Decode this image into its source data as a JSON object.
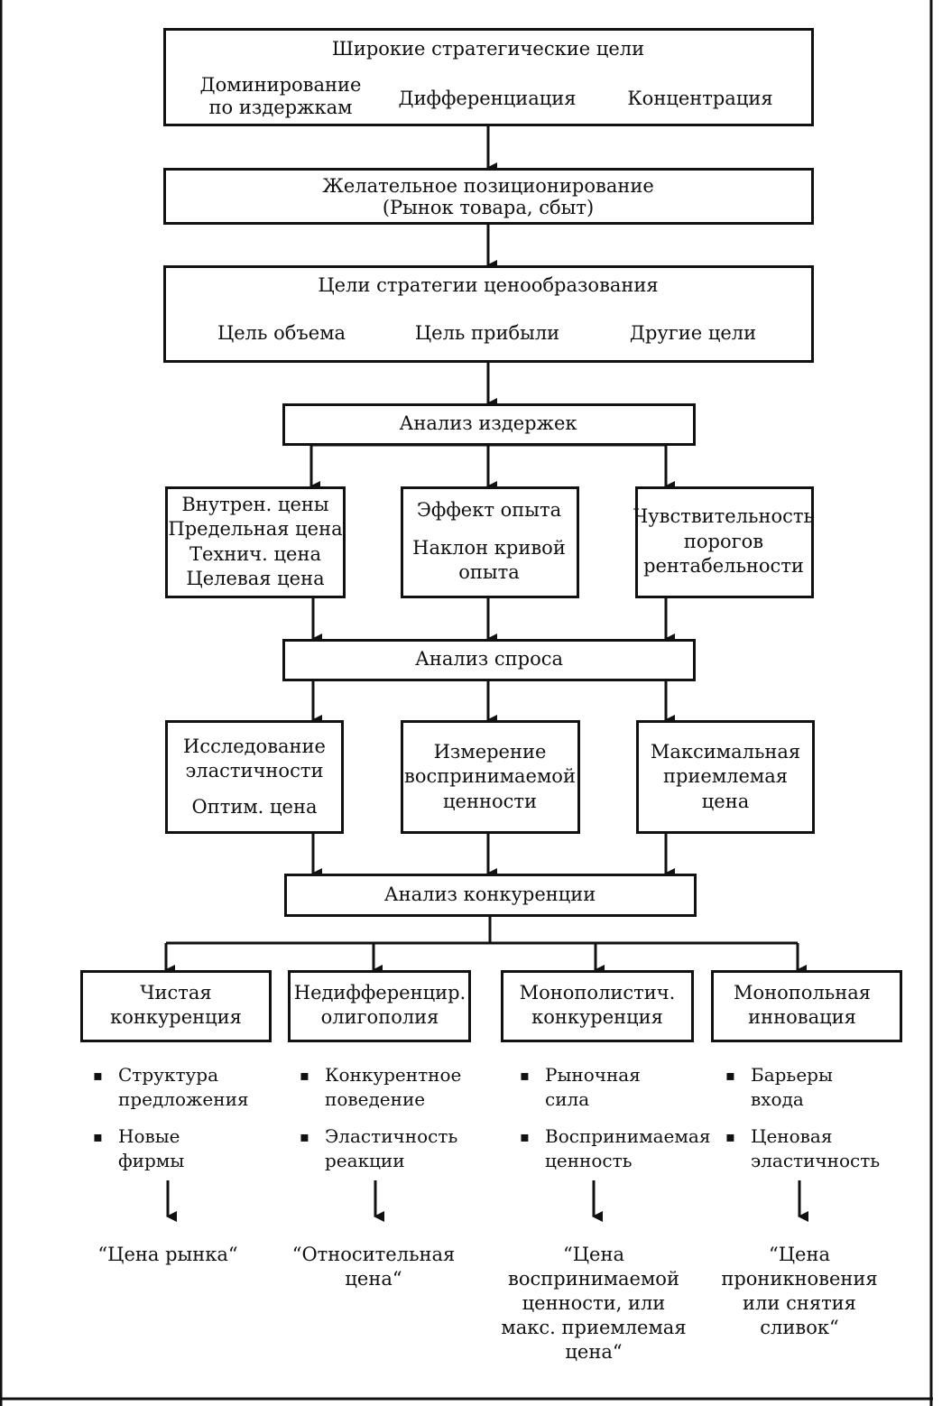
{
  "strategic_goals": {
    "title": "Широкие стратегические цели",
    "items": [
      "Доминирование\nпо издержкам",
      "Дифференциация",
      "Концентрация"
    ]
  },
  "positioning": {
    "line1": "Желательное позиционирование",
    "line2": "(Рынок товара, сбыт)"
  },
  "pricing_goals": {
    "title": "Цели стратегии ценообразования",
    "items": [
      "Цель объема",
      "Цель прибыли",
      "Другие цели"
    ]
  },
  "cost_analysis": {
    "title": "Анализ издержек",
    "boxes": [
      [
        "Внутрен. цены",
        "Предельная цена",
        "Технич. цена",
        "Целевая цена"
      ],
      [
        "Эффект опыта",
        "Наклон кривой",
        "опыта"
      ],
      [
        "Чувствительность",
        "порогов",
        "рентабельности"
      ]
    ]
  },
  "demand_analysis": {
    "title": "Анализ спроса",
    "boxes": [
      [
        "Исследование",
        "эластичности",
        "Оптим. цена"
      ],
      [
        "Измерение",
        "воспринимаемой",
        "ценности"
      ],
      [
        "Максимальная",
        "приемлемая",
        "цена"
      ]
    ]
  },
  "competition_analysis": {
    "title": "Анализ конкуренции",
    "types": [
      {
        "label": [
          "Чистая",
          "конкуренция"
        ],
        "bullets": [
          [
            "Структура",
            "предложения"
          ],
          [
            "Новые",
            "фирмы"
          ]
        ],
        "result": [
          "“Цена рынка“"
        ]
      },
      {
        "label": [
          "Недифференцир.",
          "олигополия"
        ],
        "bullets": [
          [
            "Конкурентное",
            "поведение"
          ],
          [
            "Эластичность",
            "реакции"
          ]
        ],
        "result": [
          "“Относительная",
          "цена“"
        ]
      },
      {
        "label": [
          "Монополистич.",
          "конкуренция"
        ],
        "bullets": [
          [
            "Рыночная",
            "сила"
          ],
          [
            "Воспринимаемая",
            "ценность"
          ]
        ],
        "result": [
          "“Цена",
          "воспринимаемой",
          "ценности, или",
          "макс. приемлемая",
          "цена“"
        ]
      },
      {
        "label": [
          "Монопольная",
          "инновация"
        ],
        "bullets": [
          [
            "Барьеры",
            "входа"
          ],
          [
            "Ценовая",
            "эластичность"
          ]
        ],
        "result": [
          "“Цена",
          "проникновения",
          "или снятия",
          "сливок“"
        ]
      }
    ]
  }
}
